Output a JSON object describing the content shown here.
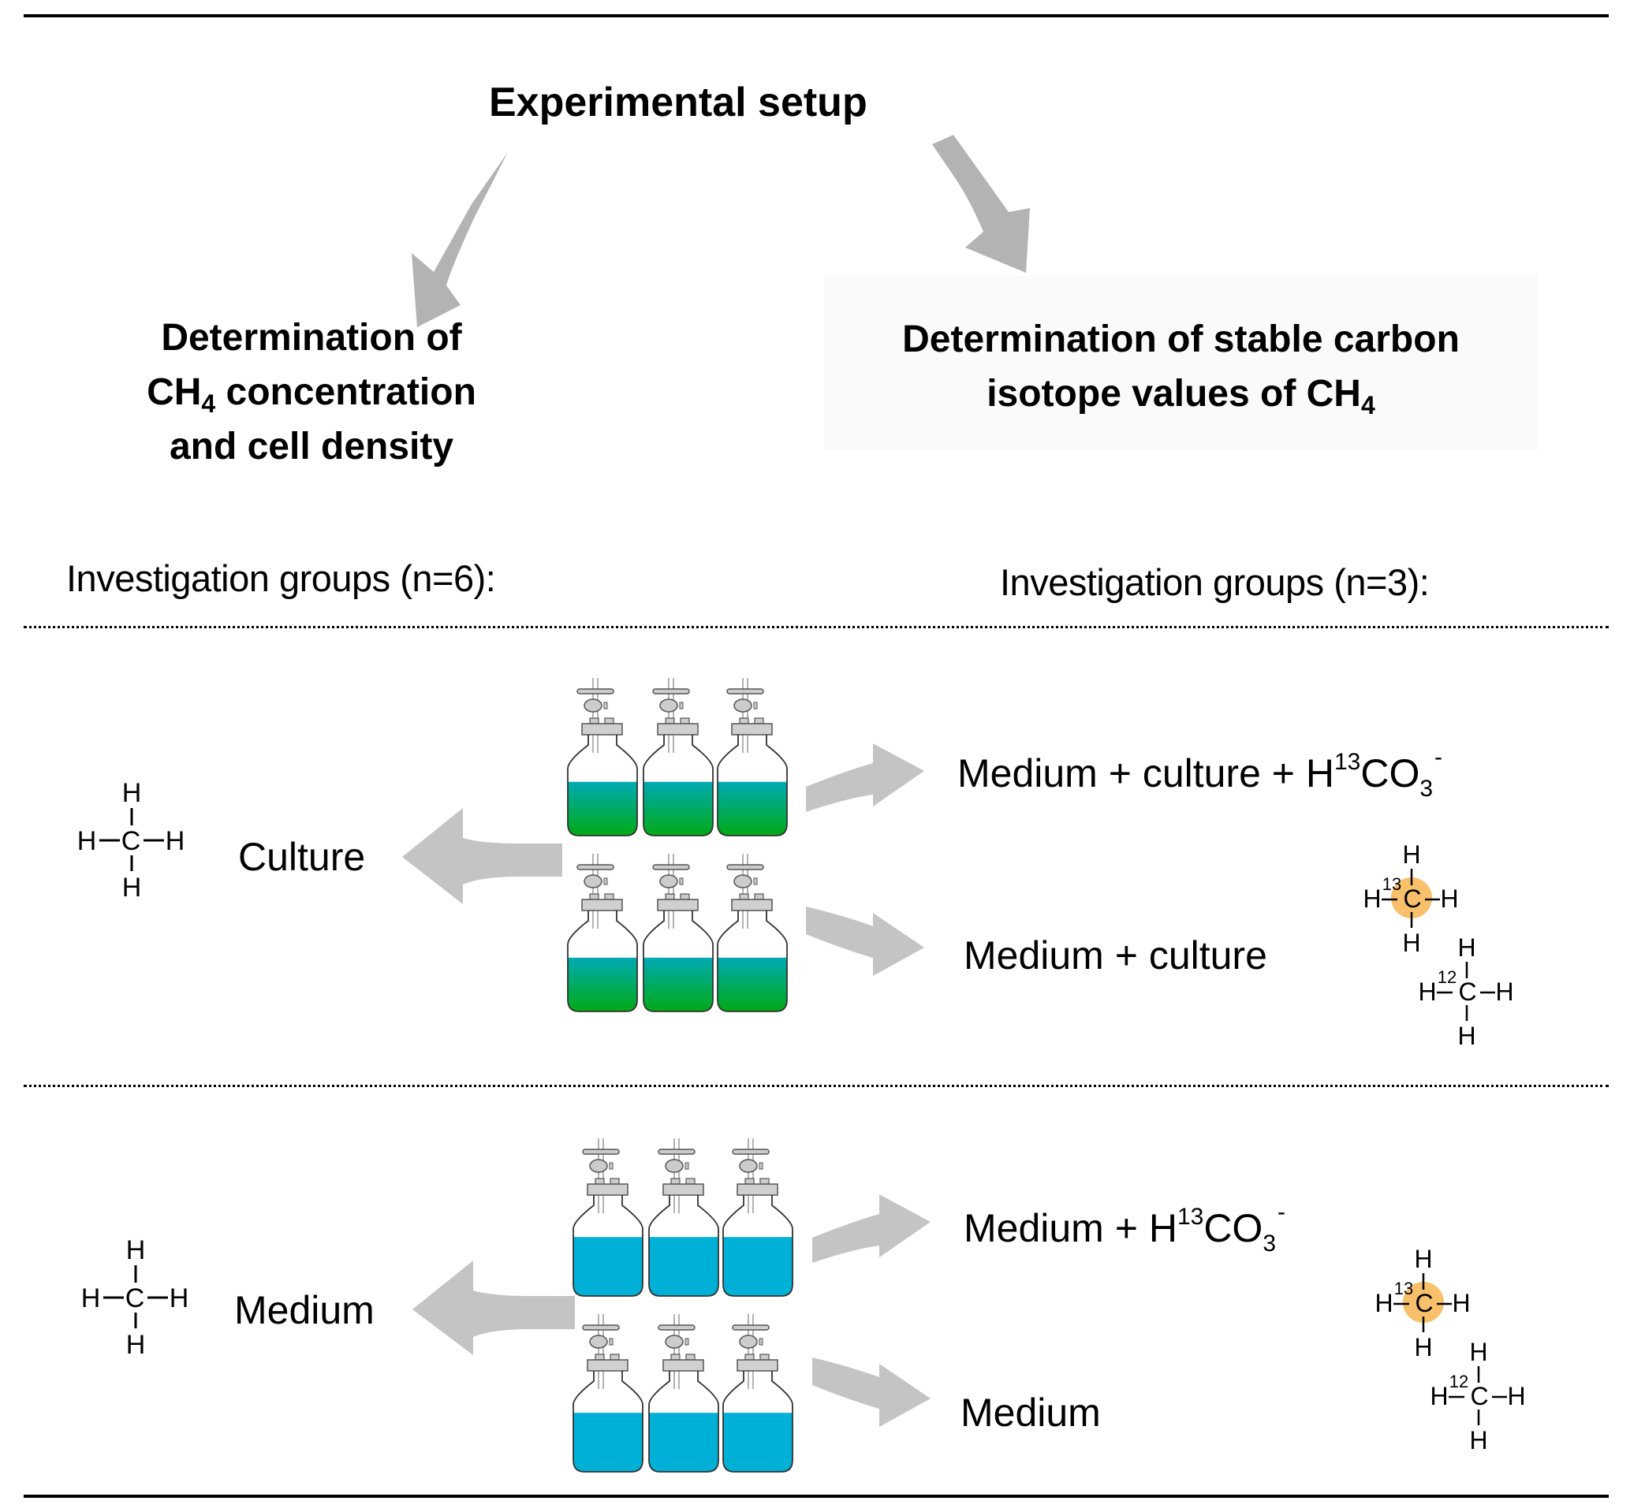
{
  "title": "Experimental setup",
  "left_branch": {
    "heading_line1": "Determination of",
    "heading_line2_pre": "CH",
    "heading_line2_sub": "4",
    "heading_line2_post": " concentration",
    "heading_line3": "and cell density",
    "groups_label": "Investigation groups (n=6):"
  },
  "right_branch": {
    "heading_line1": "Determination of stable carbon",
    "heading_line2_pre": "isotope values of CH",
    "heading_line2_sub": "4",
    "groups_label": "Investigation groups (n=3):"
  },
  "sections": [
    {
      "id": "culture",
      "label": "Culture",
      "bottle_color": "green-culture",
      "conditions": [
        {
          "text": "Medium + culture + H",
          "iso": "13",
          "rest": "CO",
          "sub": "3",
          "charge": "-"
        },
        {
          "text": "Medium + culture"
        }
      ]
    },
    {
      "id": "medium",
      "label": "Medium",
      "bottle_color": "blue-medium",
      "conditions": [
        {
          "text": "Medium + H",
          "iso": "13",
          "rest": "CO",
          "sub": "3",
          "charge": "-"
        },
        {
          "text": "Medium"
        }
      ]
    }
  ],
  "molecule": {
    "atom_h": "H",
    "atom_c": "C",
    "iso_13": "13",
    "iso_12": "12"
  },
  "colors": {
    "arrow_gray": "#c4c4c4",
    "arrow_gray_top": "#b3b3b3",
    "culture_top": "#00aab4",
    "culture_bottom": "#00aa14",
    "medium": "#00b0d6",
    "isotope_highlight": "#f8c06a",
    "cap_gray": "#d0d0d0"
  }
}
